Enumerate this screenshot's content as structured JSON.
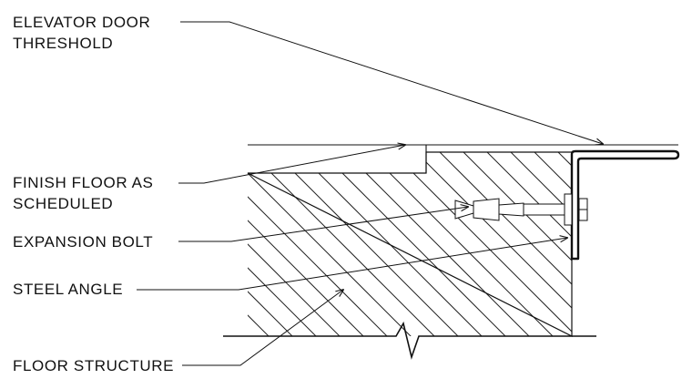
{
  "labels": {
    "threshold": "ELEVATOR DOOR\nTHRESHOLD",
    "finish_floor": "FINISH FLOOR AS\nSCHEDULED",
    "expansion_bolt": "EXPANSION BOLT",
    "steel_angle": "STEEL ANGLE",
    "floor_structure": "FLOOR STRUCTURE"
  },
  "colors": {
    "line": "#111111",
    "hatch": "#222222",
    "background": "#ffffff"
  }
}
